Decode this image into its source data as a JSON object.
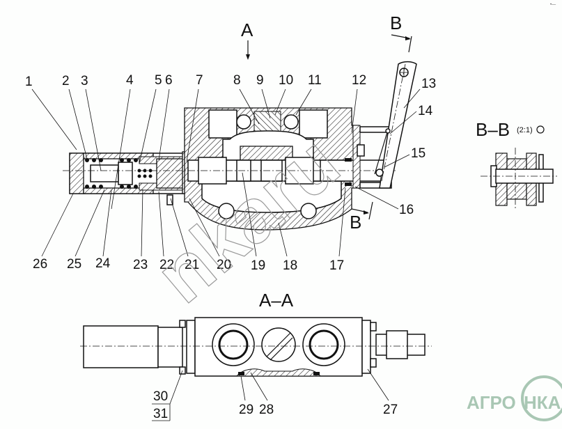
{
  "views": {
    "main": {
      "arrow_label_a": "A",
      "arrow_label_b_top": "B",
      "arrow_label_b_bottom": "B"
    },
    "section_aa": {
      "title": "A–A"
    },
    "section_bb": {
      "title": "B–B",
      "scale": "(2:1)"
    }
  },
  "callouts_top": [
    "1",
    "2",
    "3",
    "4",
    "5",
    "6",
    "7",
    "8",
    "9",
    "10",
    "11",
    "12"
  ],
  "callouts_right": [
    "13",
    "14",
    "15",
    "16"
  ],
  "callouts_bottom": [
    "26",
    "25",
    "24",
    "23",
    "22",
    "21",
    "20",
    "19",
    "18",
    "17"
  ],
  "callouts_aa": [
    "30",
    "31",
    "29",
    "28",
    "27"
  ],
  "watermark": {
    "text": "nkaru",
    "color": "#999999"
  },
  "logo": {
    "text_left": "АГРО",
    "text_right": "НКА",
    "color": "#a9c7b4"
  },
  "corner_mark": "•—"
}
